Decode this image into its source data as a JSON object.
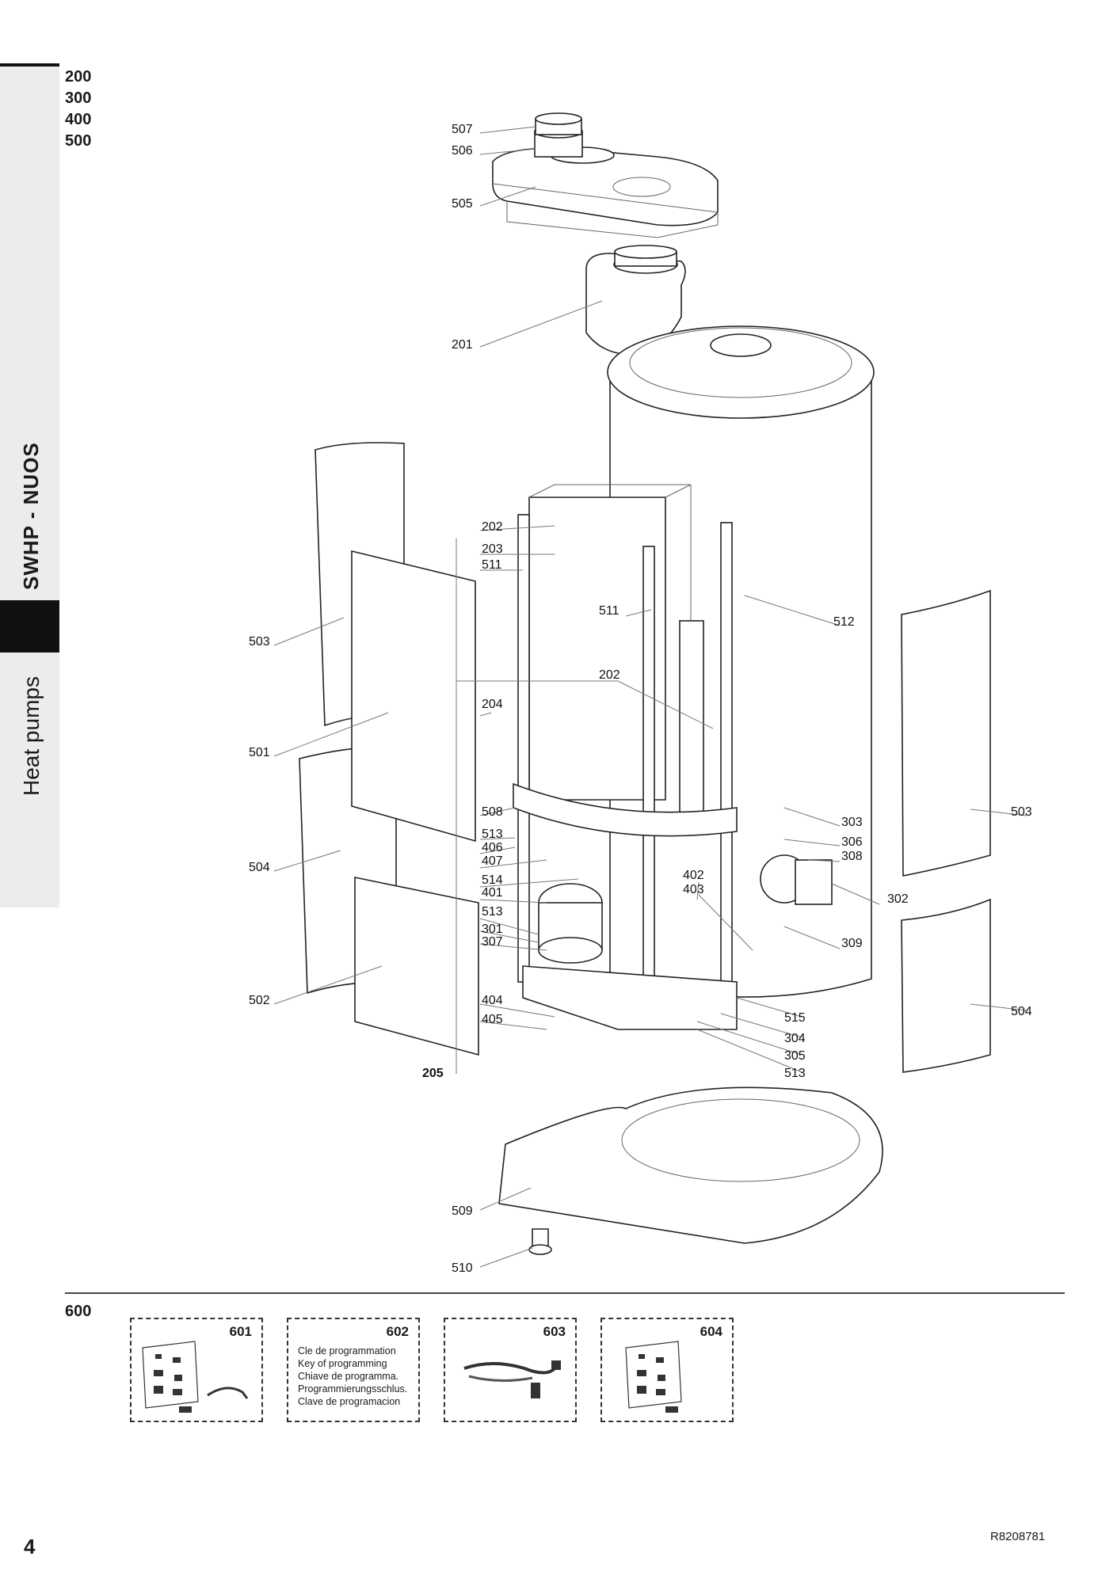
{
  "sidebar": {
    "title": "SWHP - NUOS",
    "section": "Heat pumps"
  },
  "models": [
    "200",
    "300",
    "400",
    "500"
  ],
  "callouts": [
    {
      "id": "c507",
      "label": "507"
    },
    {
      "id": "c506",
      "label": "506"
    },
    {
      "id": "c505",
      "label": "505"
    },
    {
      "id": "c201",
      "label": "201"
    },
    {
      "id": "c202a",
      "label": "202"
    },
    {
      "id": "c203",
      "label": "203"
    },
    {
      "id": "c511a",
      "label": "511"
    },
    {
      "id": "c511b",
      "label": "511"
    },
    {
      "id": "c512",
      "label": "512"
    },
    {
      "id": "c503a",
      "label": "503"
    },
    {
      "id": "c202b",
      "label": "202"
    },
    {
      "id": "c204",
      "label": "204"
    },
    {
      "id": "c501",
      "label": "501"
    },
    {
      "id": "c508",
      "label": "508"
    },
    {
      "id": "c513a",
      "label": "513"
    },
    {
      "id": "c406",
      "label": "406"
    },
    {
      "id": "c407",
      "label": "407"
    },
    {
      "id": "c504a",
      "label": "504"
    },
    {
      "id": "c514",
      "label": "514"
    },
    {
      "id": "c401",
      "label": "401"
    },
    {
      "id": "c402",
      "label": "402"
    },
    {
      "id": "c403",
      "label": "403"
    },
    {
      "id": "c513b",
      "label": "513"
    },
    {
      "id": "c301",
      "label": "301"
    },
    {
      "id": "c307",
      "label": "307"
    },
    {
      "id": "c303",
      "label": "303"
    },
    {
      "id": "c306",
      "label": "306"
    },
    {
      "id": "c308",
      "label": "308"
    },
    {
      "id": "c302",
      "label": "302"
    },
    {
      "id": "c309",
      "label": "309"
    },
    {
      "id": "c503b",
      "label": "503"
    },
    {
      "id": "c502",
      "label": "502"
    },
    {
      "id": "c404",
      "label": "404"
    },
    {
      "id": "c405",
      "label": "405"
    },
    {
      "id": "c515",
      "label": "515"
    },
    {
      "id": "c304",
      "label": "304"
    },
    {
      "id": "c305",
      "label": "305"
    },
    {
      "id": "c513c",
      "label": "513"
    },
    {
      "id": "c504b",
      "label": "504"
    },
    {
      "id": "c205",
      "label": "205"
    },
    {
      "id": "c509",
      "label": "509"
    },
    {
      "id": "c510",
      "label": "510"
    }
  ],
  "accessories": {
    "title": "600",
    "items": [
      {
        "number": "601",
        "lines": []
      },
      {
        "number": "602",
        "lines": [
          "Cle de programmation",
          "Key of programming",
          "Chiave de programma.",
          "Programmierungsschlus.",
          "Clave de programacion"
        ]
      },
      {
        "number": "603",
        "lines": []
      },
      {
        "number": "604",
        "lines": []
      }
    ]
  },
  "footer": {
    "page_number": "4",
    "doc_code": "R8208781"
  }
}
